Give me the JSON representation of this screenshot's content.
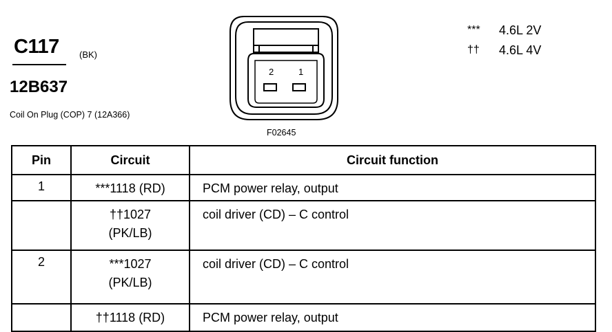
{
  "connector": {
    "id": "C117",
    "color": "(BK)",
    "part_number": "12B637",
    "description": "Coil On Plug (COP) 7 (12A366)"
  },
  "diagram": {
    "figure_label": "F02645",
    "pin_labels": [
      "2",
      "1"
    ]
  },
  "legend": [
    {
      "symbol": "***",
      "text": "4.6L 2V"
    },
    {
      "symbol": "††",
      "text": "4.6L 4V"
    }
  ],
  "table": {
    "headers": [
      "Pin",
      "Circuit",
      "Circuit function"
    ],
    "rows": [
      {
        "pin": "1",
        "circuit_line1": "***1118 (RD)",
        "circuit_line2": "",
        "function": "PCM power relay, output"
      },
      {
        "pin": "",
        "circuit_line1": "††1027",
        "circuit_line2": "(PK/LB)",
        "function": "coil driver (CD) – C control"
      },
      {
        "pin": "2",
        "circuit_line1": "***1027",
        "circuit_line2": "(PK/LB)",
        "function": "coil driver (CD) – C control"
      },
      {
        "pin": "",
        "circuit_line1": "††1118 (RD)",
        "circuit_line2": "",
        "function": "PCM power relay, output"
      }
    ]
  }
}
